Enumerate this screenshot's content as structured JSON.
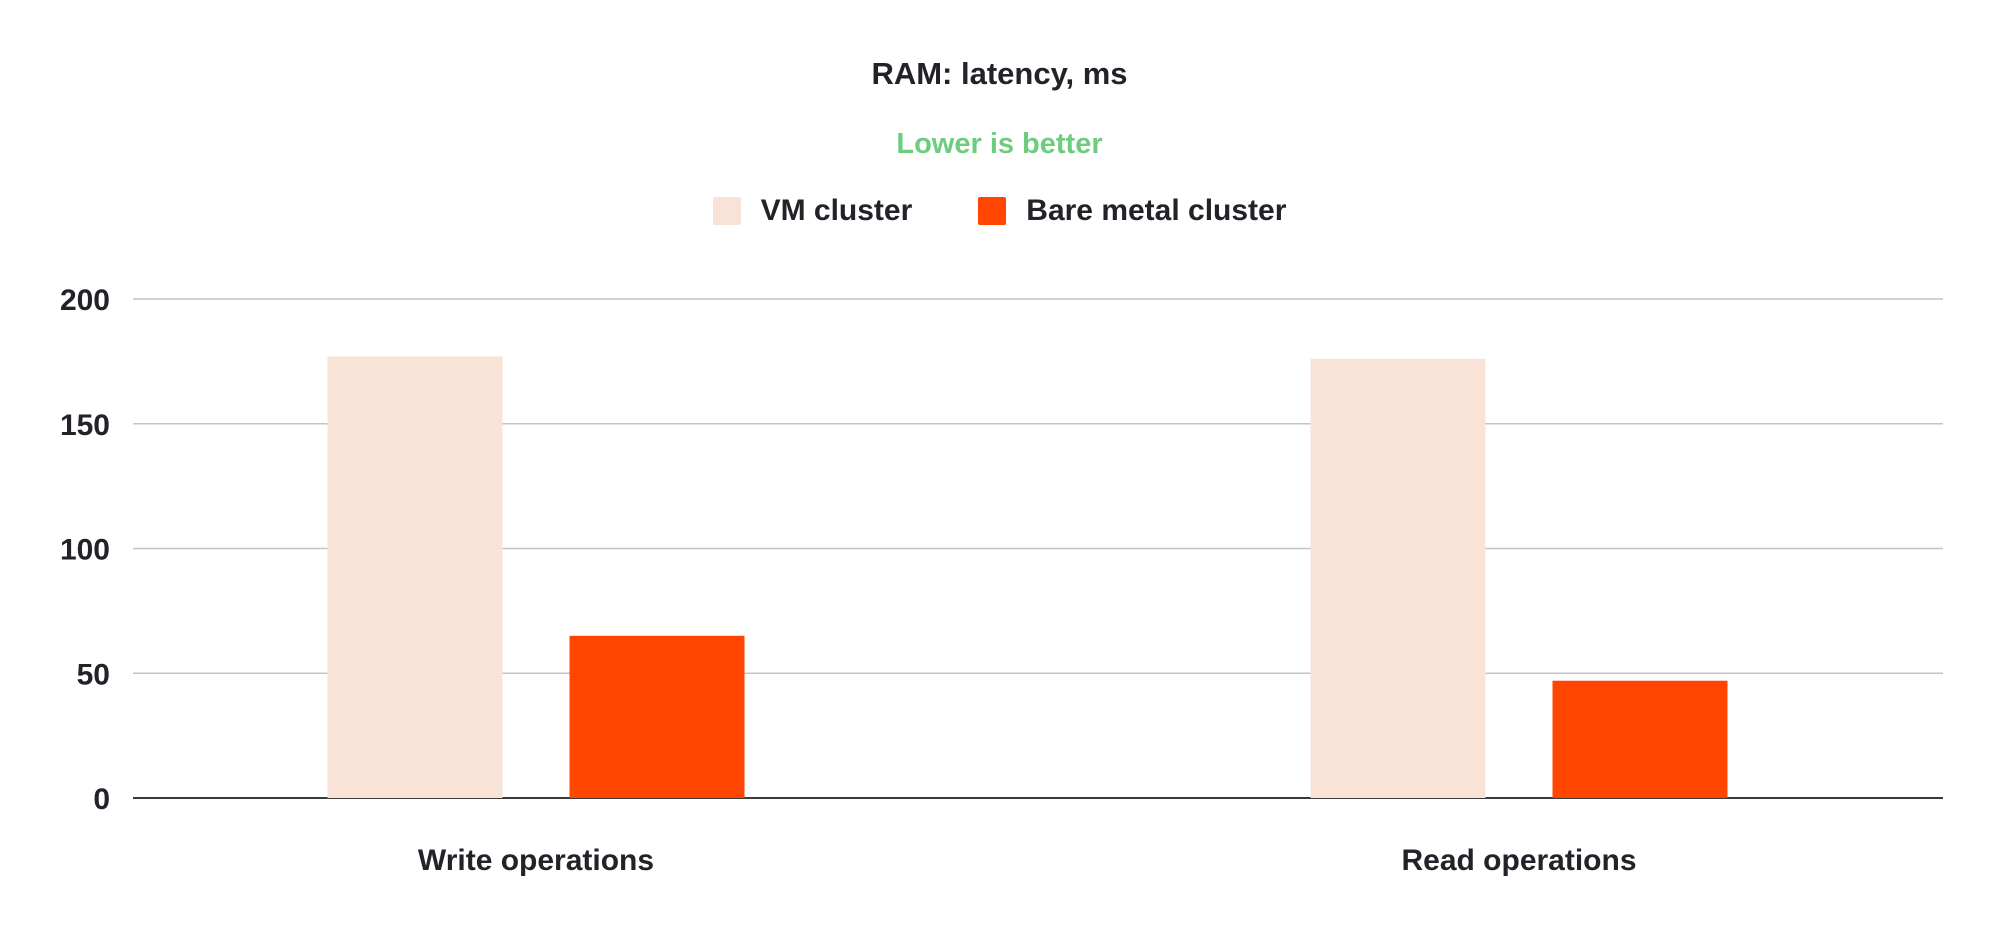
{
  "chart_data": {
    "type": "bar",
    "title": "RAM: latency, ms",
    "subtitle": "Lower is better",
    "categories": [
      "Write operations",
      "Read operations"
    ],
    "series": [
      {
        "name": "VM cluster",
        "color": "#F8E3D6",
        "values": [
          177,
          176
        ]
      },
      {
        "name": "Bare metal cluster",
        "color": "#FF4500",
        "values": [
          65,
          47
        ]
      }
    ],
    "ylim": [
      0,
      200
    ],
    "yticks": [
      0,
      50,
      100,
      150,
      200
    ],
    "grid": true,
    "legend_position": "top-center",
    "subtitle_color": "#6DCC7E"
  }
}
